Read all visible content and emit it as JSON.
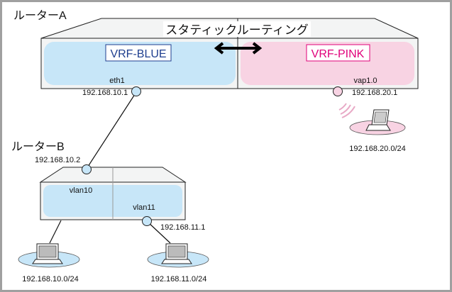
{
  "router_a": {
    "title": "ルーターA",
    "routing_label": "スタティックルーティング",
    "vrf_blue": {
      "label": "VRF-BLUE",
      "color": "#1f3f8f",
      "fill": "#c7e6f8"
    },
    "vrf_pink": {
      "label": "VRF-PINK",
      "color": "#e0007a",
      "fill": "#f8d3e3"
    },
    "eth1": {
      "name": "eth1",
      "ip": "192.168.10.1"
    },
    "vap": {
      "name": "vap1.0",
      "ip": "192.168.20.1"
    }
  },
  "router_b": {
    "title": "ルーターB",
    "uplink_ip": "192.168.10.2",
    "vlan10": {
      "name": "vlan10"
    },
    "vlan11": {
      "name": "vlan11",
      "ip": "192.168.11.1"
    }
  },
  "networks": {
    "net10": "192.168.10.0/24",
    "net11": "192.168.11.0/24",
    "net20": "192.168.20.0/24"
  }
}
